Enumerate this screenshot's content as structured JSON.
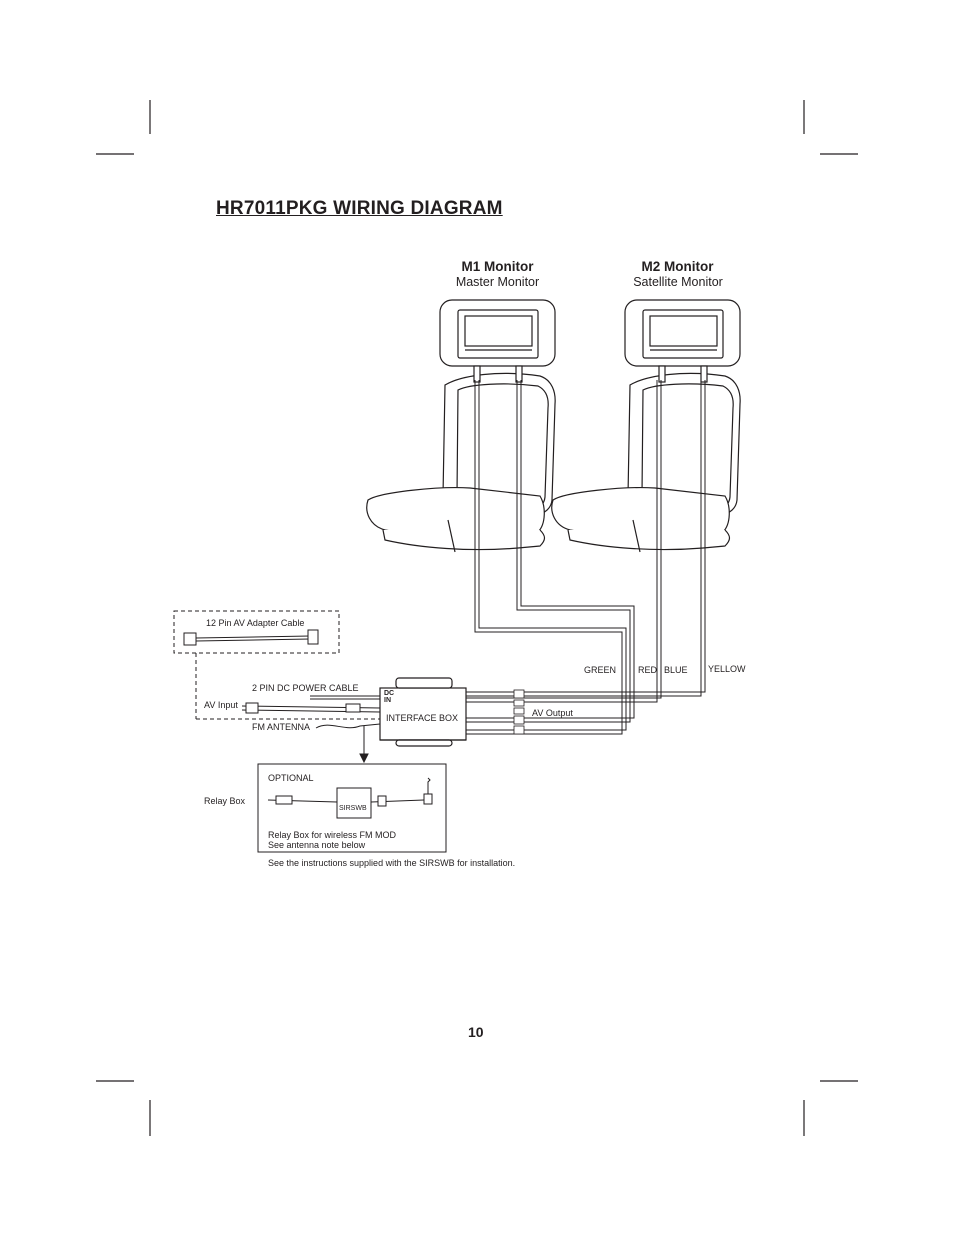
{
  "title": "HR7011PKG WIRING DIAGRAM",
  "monitors": {
    "m1": {
      "heading": "M1 Monitor",
      "subtitle": "Master Monitor"
    },
    "m2": {
      "heading": "M2 Monitor",
      "subtitle": "Satellite Monitor"
    }
  },
  "cables": {
    "adapter": "12 Pin AV Adapter Cable",
    "dc_power": "2 PIN DC POWER CABLE",
    "av_input": "AV Input",
    "fm_antenna": "FM ANTENNA",
    "av_output": "AV Output",
    "dc_in": "DC IN"
  },
  "wire_colors": {
    "green": "GREEN",
    "red": "RED",
    "blue": "BLUE",
    "yellow": "YELLOW"
  },
  "interface_box": "INTERFACE BOX",
  "relay": {
    "label": "Relay Box",
    "optional": "OPTIONAL",
    "module": "SIRSWB",
    "note_line1": "Relay Box for wireless FM MOD",
    "note_line2": "See antenna note below"
  },
  "instructions": "See the instructions supplied with the SIRSWB for installation.",
  "page_number": "10"
}
